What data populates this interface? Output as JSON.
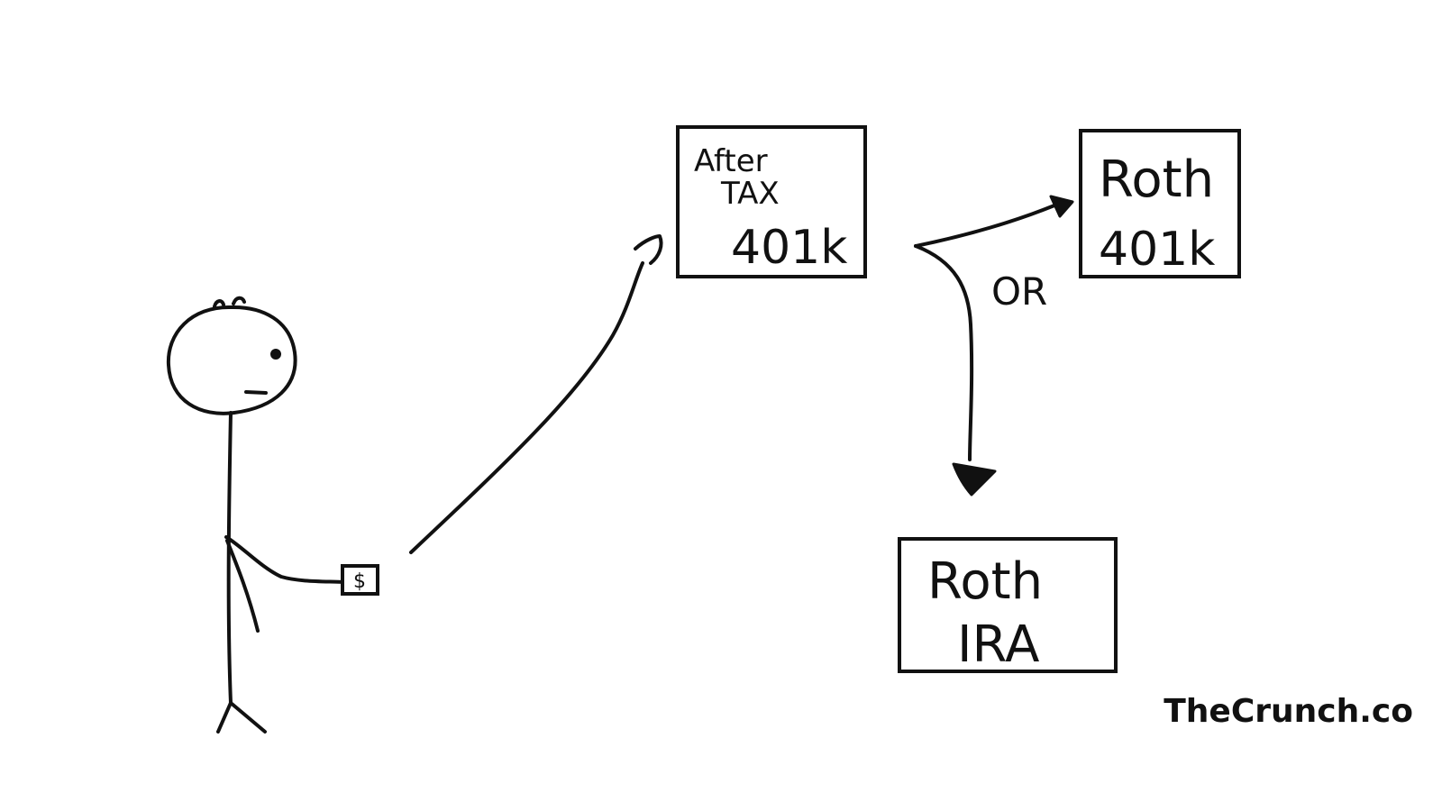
{
  "diagram": {
    "money_symbol": "$",
    "boxes": {
      "after_tax": {
        "line1": "After",
        "line2": "TAX",
        "line3": "401k"
      },
      "roth_401k": {
        "line1": "Roth",
        "line2": "401k"
      },
      "roth_ira": {
        "line1": "Roth",
        "line2": "IRA"
      }
    },
    "branch_label": "OR"
  },
  "watermark": "TheCrunch.co",
  "colors": {
    "ink": "#111111",
    "background": "#ffffff"
  }
}
